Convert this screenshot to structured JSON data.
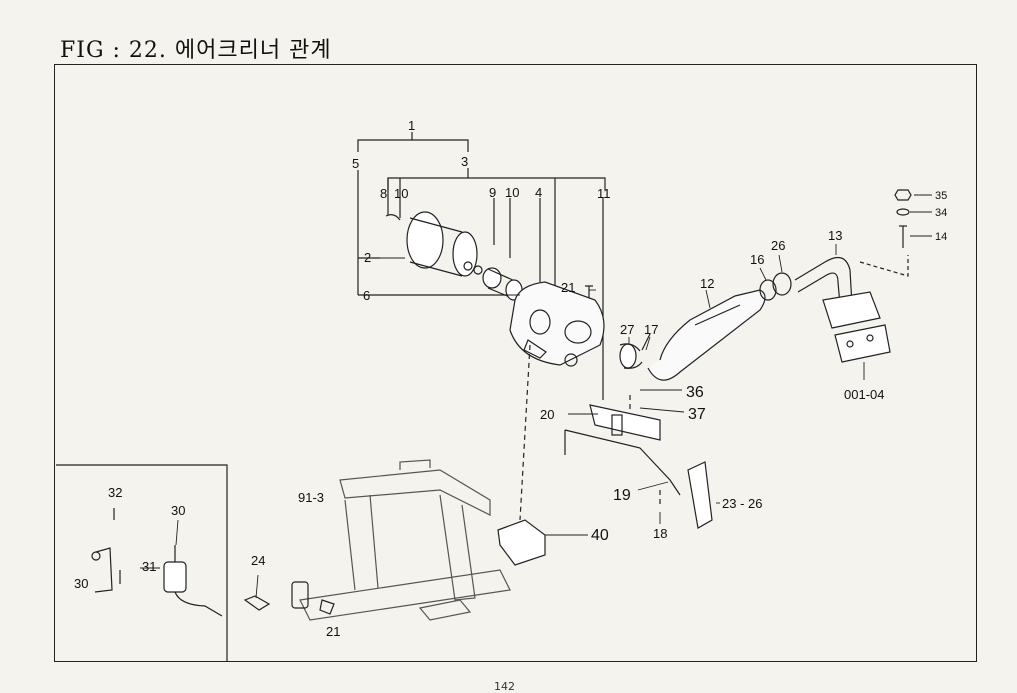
{
  "title": "FIG : 22. 에어크리너 관계",
  "page_number": "142",
  "callouts": {
    "c1": "1",
    "c3": "3",
    "c5": "5",
    "c8": "8",
    "c10a": "10",
    "c9": "9",
    "c10b": "10",
    "c4": "4",
    "c11": "11",
    "c2": "2",
    "c6": "6",
    "c21a": "21",
    "c27": "27",
    "c17": "17",
    "c12": "12",
    "c16": "16",
    "c26": "26",
    "c13": "13",
    "c35": "35",
    "c34": "34",
    "c14": "14",
    "c00104": "001-04",
    "c36": "36",
    "c37": "37",
    "c20": "20",
    "c19": "19",
    "c18": "18",
    "c2326": "23 - 26",
    "c40": "40",
    "c913": "91-3",
    "c24": "24",
    "c21b": "21",
    "c32": "32",
    "c30a": "30",
    "c31": "31",
    "c30b": "30"
  }
}
